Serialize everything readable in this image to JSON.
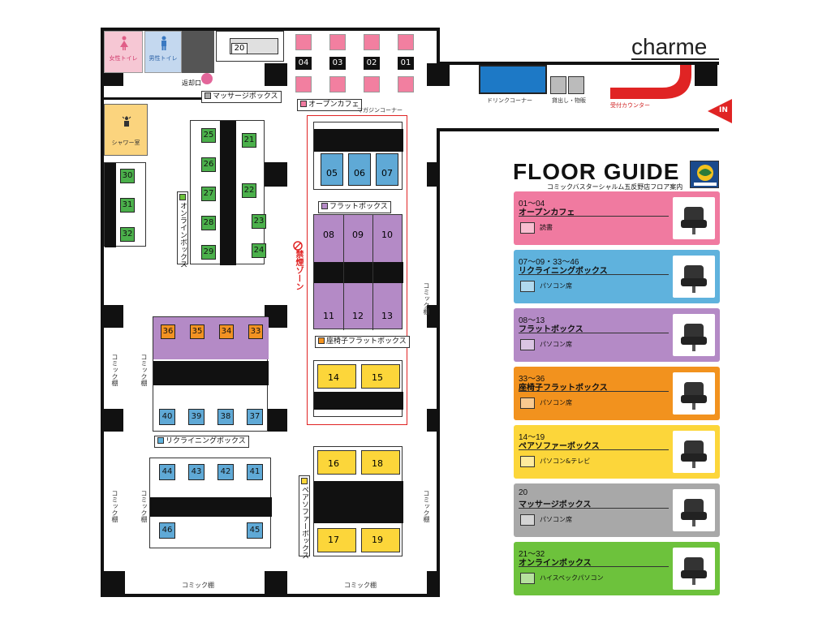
{
  "brand": {
    "logo": "charme"
  },
  "entrance": {
    "in_label": "IN"
  },
  "top_area": {
    "drink_corner": "ドリンクコーナー",
    "rental": "貸出し・物販",
    "reception": "受付カウンター",
    "magazine_corner": "マガジンコーナー"
  },
  "rooms": {
    "women_toilet": "女性トイレ",
    "men_toilet": "男性トイレ",
    "return_slot": "返却口",
    "shower": "シャワー室"
  },
  "zone_tags": {
    "massage": "マッサージボックス",
    "open_cafe": "オープンカフェ",
    "flat": "フラットボックス",
    "zaisu_flat": "座椅子フラットボックス",
    "reclining": "リクライニングボックス",
    "online": "オンラインボックス",
    "pair_sofa": "ペアソファーボックス",
    "no_smoking": "禁煙ゾーン"
  },
  "comic_shelf": "コミック棚",
  "seats": {
    "cafe": [
      "04",
      "03",
      "02",
      "01"
    ],
    "massage": "20",
    "recliner_top": [
      "05",
      "06",
      "07"
    ],
    "flat_top": [
      "08",
      "09",
      "10"
    ],
    "flat_bottom": [
      "11",
      "12",
      "13"
    ],
    "pair_mid": [
      "14",
      "15"
    ],
    "pair_top": [
      "16",
      "18"
    ],
    "pair_bottom": [
      "17",
      "19"
    ],
    "online_left": [
      "25",
      "26",
      "27",
      "28",
      "29"
    ],
    "online_right": [
      "21",
      "22",
      "23",
      "24"
    ],
    "online_wall": [
      "30",
      "31",
      "32"
    ],
    "zaisu": [
      "36",
      "35",
      "34",
      "33"
    ],
    "recline_a": [
      "40",
      "39",
      "38",
      "37"
    ],
    "recline_b": [
      "44",
      "43",
      "42",
      "41"
    ],
    "recline_c": [
      "46",
      "45"
    ]
  },
  "guide": {
    "title": "FLOOR GUIDE",
    "subtitle": "コミックバスターシャルム五反野店フロア案内",
    "items": [
      {
        "num": "01～04",
        "name": "オープンカフェ",
        "desc": "読書",
        "color": "#f07aa0"
      },
      {
        "num": "07～09・33～46",
        "name": "リクライニングボックス",
        "desc": "パソコン席",
        "color": "#5fb2dd"
      },
      {
        "num": "08～13",
        "name": "フラットボックス",
        "desc": "パソコン席",
        "color": "#b48ac6"
      },
      {
        "num": "33～36",
        "name": "座椅子フラットボックス",
        "desc": "パソコン席",
        "color": "#f2921e"
      },
      {
        "num": "14～19",
        "name": "ペアソファーボックス",
        "desc": "パソコン&テレビ",
        "color": "#fcd63a"
      },
      {
        "num": "20",
        "name": "マッサージボックス",
        "desc": "パソコン席",
        "color": "#a8a8a8"
      },
      {
        "num": "21～32",
        "name": "オンラインボックス",
        "desc": "ハイスペックパソコン",
        "color": "#6dc23c"
      }
    ]
  }
}
